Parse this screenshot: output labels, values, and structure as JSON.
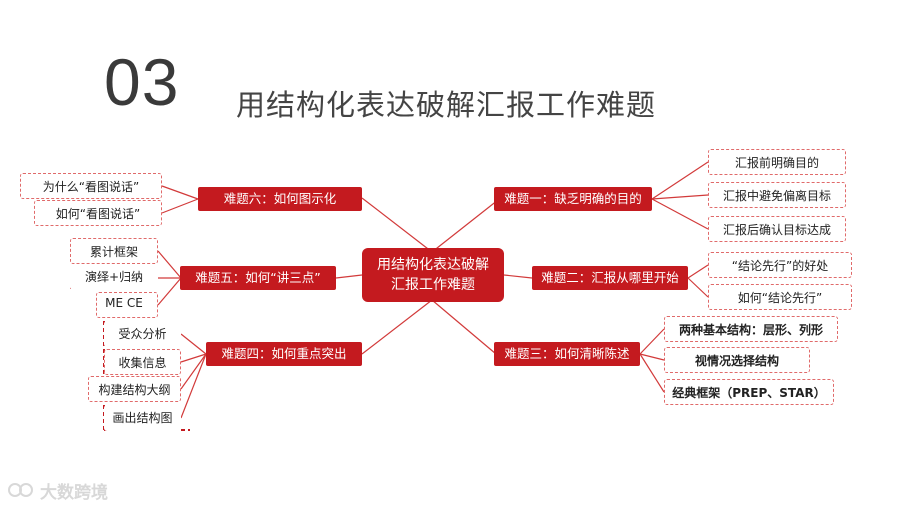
{
  "header": {
    "number": "03",
    "title": "用结构化表达破解汇报工作难题"
  },
  "center": "用结构化表达破解汇报工作难题",
  "problems": [
    {
      "id": "p1",
      "label": "难题一：缺乏明确的目的"
    },
    {
      "id": "p2",
      "label": "难题二：汇报从哪里开始"
    },
    {
      "id": "p3",
      "label": "难题三：如何清晰陈述"
    },
    {
      "id": "p4",
      "label": "难题四：如何重点突出"
    },
    {
      "id": "p5",
      "label": "难题五：如何“讲三点”"
    },
    {
      "id": "p6",
      "label": "难题六：如何图示化"
    }
  ],
  "leaves": {
    "p1": [
      "汇报前明确目的",
      "汇报中避免偏离目标",
      "汇报后确认目标达成"
    ],
    "p2": [
      "“结论先行”的好处",
      "如何“结论先行”"
    ],
    "p3": [
      "两种基本结构：层形、列形",
      "视情况选择结构",
      "经典框架（PREP、STAR）"
    ],
    "p4": [
      "受众分析",
      "收集信息",
      "构建结构大纲",
      "画出结构图"
    ],
    "p5": [
      "累计框架",
      "演绎+归纳",
      "ME CE"
    ],
    "p6": [
      "为什么“看图说话”",
      "如何“看图说话”"
    ]
  },
  "watermark": "大数跨境",
  "colors": {
    "accent": "#c41a1f",
    "leaf_border": "#e06a6a",
    "line": "#d23a3a"
  }
}
